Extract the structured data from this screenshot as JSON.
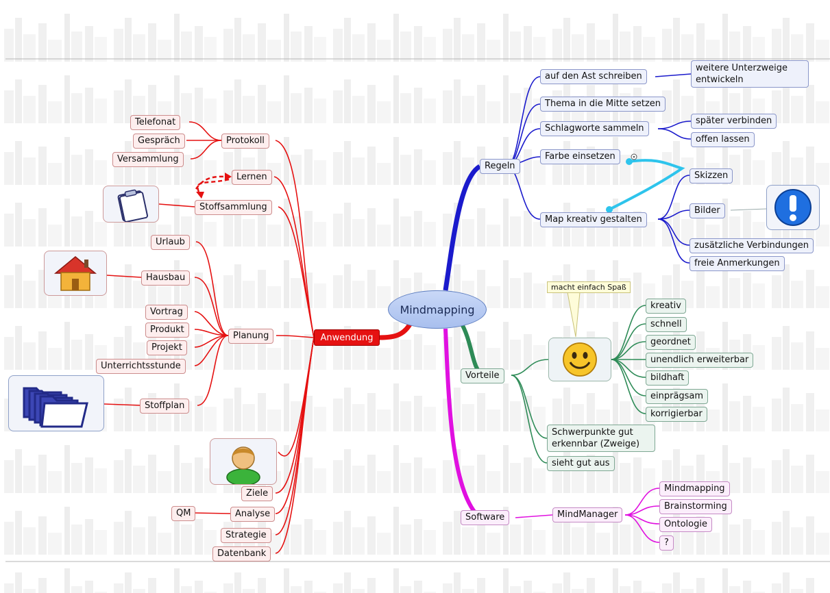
{
  "center": "Mindmapping",
  "anwendung": {
    "label": "Anwendung",
    "protokoll": "Protokoll",
    "telefonat": "Telefonat",
    "gespraech": "Gespräch",
    "versammlung": "Versammlung",
    "lernen": "Lernen",
    "stoffsammlung": "Stoffsammlung",
    "urlaub": "Urlaub",
    "hausbau": "Hausbau",
    "planung": "Planung",
    "vortrag": "Vortrag",
    "produkt": "Produkt",
    "projekt": "Projekt",
    "unterrichtsstunde": "Unterrichtsstunde",
    "stoffplan": "Stoffplan",
    "ziele": "Ziele",
    "analyse": "Analyse",
    "qm": "QM",
    "strategie": "Strategie",
    "datenbank": "Datenbank"
  },
  "regeln": {
    "label": "Regeln",
    "ast": "auf den Ast schreiben",
    "unterzweige": "weitere Unterzweige entwickeln",
    "thema": "Thema in die Mitte setzen",
    "schlagworte": "Schlagworte sammeln",
    "spaeter": "später verbinden",
    "offen": "offen lassen",
    "farbe": "Farbe einsetzen",
    "map": "Map kreativ gestalten",
    "skizzen": "Skizzen",
    "bilder": "Bilder",
    "zusaetzlich": "zusätzliche Verbindungen",
    "freie": "freie Anmerkungen"
  },
  "vorteile": {
    "label": "Vorteile",
    "callout": "macht einfach Spaß",
    "items": [
      "kreativ",
      "schnell",
      "geordnet",
      "unendlich erweiterbar",
      "bildhaft",
      "einprägsam",
      "korrigierbar"
    ],
    "schwerpunkte": "Schwerpunkte gut erkennbar (Zweige)",
    "sieht": "sieht gut aus"
  },
  "software": {
    "label": "Software",
    "mindmanager": "MindManager",
    "items": [
      "Mindmapping",
      "Brainstorming",
      "Ontologie",
      "?"
    ]
  },
  "colors": {
    "anwendung": "#e51111",
    "regeln": "#1a1acc",
    "vorteile": "#2e8b57",
    "software": "#e010e0",
    "connector": "#2ec4ec"
  },
  "icons": [
    "clipboard-icon",
    "house-icon",
    "folders-icon",
    "user-icon",
    "exclamation-icon",
    "smiley-icon"
  ]
}
